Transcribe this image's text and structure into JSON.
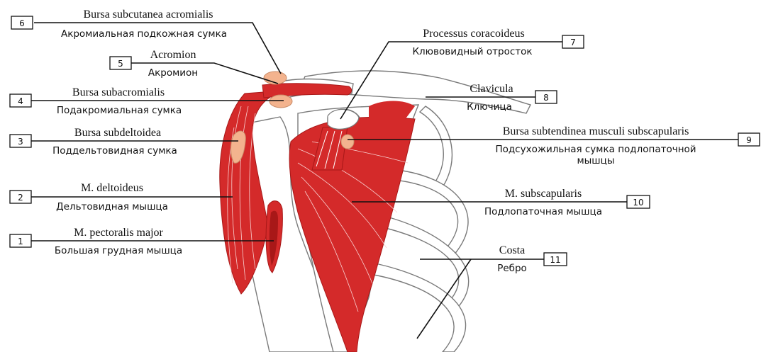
{
  "colors": {
    "muscle": "#d42a2a",
    "muscle_dark": "#a81818",
    "bursa": "#f3b38e",
    "bone_outline": "#7a7a7a",
    "bone_fill": "#ffffff",
    "line": "#111111"
  },
  "labels": [
    {
      "num": "6",
      "latin": "Bursa subcutanea acromialis",
      "russian": [
        "Акромиальная подкожная сумка"
      ]
    },
    {
      "num": "5",
      "latin": "Acromion",
      "russian": [
        "Акромион"
      ]
    },
    {
      "num": "4",
      "latin": "Bursa subacromialis",
      "russian": [
        "Подакромиальная сумка"
      ]
    },
    {
      "num": "3",
      "latin": "Bursa subdeltoidea",
      "russian": [
        "Поддельтовидная сумка"
      ]
    },
    {
      "num": "2",
      "latin": "M. deltoideus",
      "russian": [
        "Дельтовидная мышца"
      ]
    },
    {
      "num": "1",
      "latin": "M. pectoralis major",
      "russian": [
        "Большая грудная мышца"
      ]
    },
    {
      "num": "7",
      "latin": "Processus coracoideus",
      "russian": [
        "Клювовидный отросток"
      ]
    },
    {
      "num": "8",
      "latin": "Clavicula",
      "russian": [
        "Ключица"
      ]
    },
    {
      "num": "9",
      "latin": "Bursa subtendinea musculi subscapularis",
      "russian": [
        "Подсухожильная сумка подлопаточной",
        "мышцы"
      ]
    },
    {
      "num": "10",
      "latin": "M. subscapularis",
      "russian": [
        "Подлопаточная мышца"
      ]
    },
    {
      "num": "11",
      "latin": "Costa",
      "russian": [
        "Ребро"
      ]
    }
  ]
}
